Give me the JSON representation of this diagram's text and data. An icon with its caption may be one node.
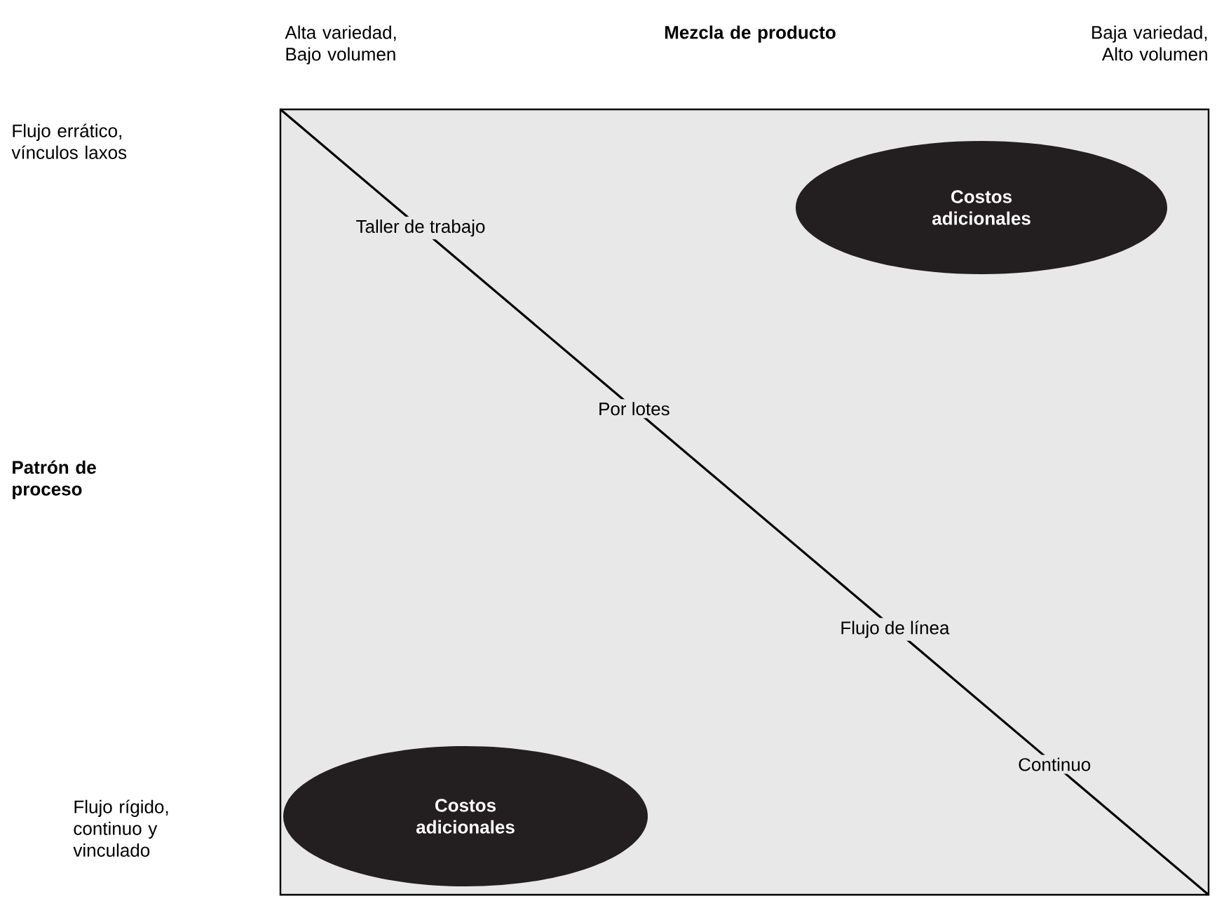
{
  "diagram": {
    "nodes": [
      {
        "text": [],
        "shape": "box"
      },
      {
        "text": [
          "Costos adicionales"
        ],
        "in": 0
      },
      {
        "text": [
          "Costos adicionales"
        ],
        "in": 0
      }
    ],
    "labels": [
      "Alta variedad, Bajo volumen",
      "Mezcla de producto",
      "Baja variedad, Alto volumen",
      "Flujo errático, vínculos laxos",
      "Taller de trabajo",
      "Patrón de proceso",
      "Por lotes",
      "Flujo de línea",
      "Flujo rígido, continuo y vinculado",
      "Continuo"
    ]
  }
}
